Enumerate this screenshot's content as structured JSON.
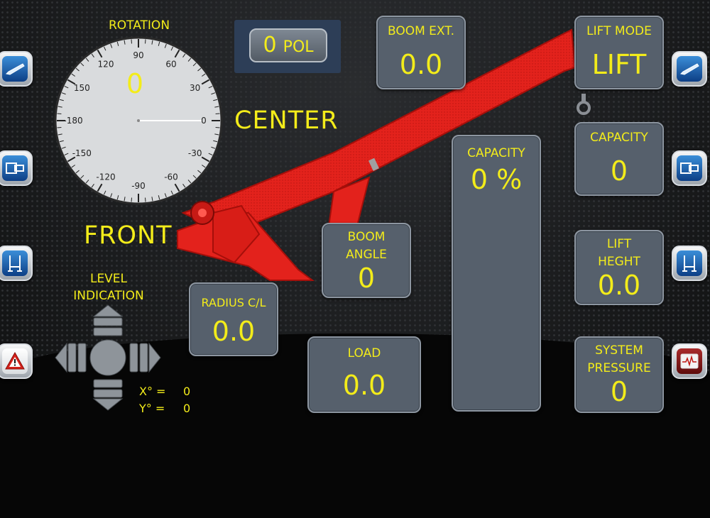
{
  "rotation": {
    "title": "ROTATION",
    "value": "0",
    "ticks": [
      "90",
      "60",
      "30",
      "0",
      "-30",
      "-60",
      "-90",
      "-120",
      "-150",
      "-180",
      "150",
      "120"
    ]
  },
  "pol": {
    "value": "0",
    "unit": "POL"
  },
  "labels": {
    "center": "CENTER",
    "front": "FRONT",
    "level": "LEVEL\nINDICATION"
  },
  "panels": {
    "boom_ext": {
      "label": "BOOM EXT.",
      "value": "0.0"
    },
    "lift_mode": {
      "label": "LIFT MODE",
      "value": "LIFT"
    },
    "capacity_right": {
      "label": "CAPACITY",
      "value": "0"
    },
    "capacity_center": {
      "label": "CAPACITY",
      "value": "0 %"
    },
    "boom_angle": {
      "label": "BOOM\nANGLE",
      "value": "0"
    },
    "radius": {
      "label": "RADIUS   C/L",
      "value": "0.0"
    },
    "load": {
      "label": "LOAD",
      "value": "0.0"
    },
    "lift_height": {
      "label": "LIFT\nHEGHT",
      "value": "0.0"
    },
    "system_pressure": {
      "label": "SYSTEM\nPRESSURE",
      "value": "0"
    }
  },
  "level": {
    "x_label": "X° =",
    "x_value": "0",
    "y_label": "Y° =",
    "y_value": "0"
  },
  "icons": {
    "left": [
      "boom-icon",
      "telescope-icon",
      "outrigger-icon",
      "warning-icon"
    ],
    "right": [
      "boom-icon",
      "telescope-icon",
      "outrigger-icon",
      "pressure-monitor-icon"
    ]
  },
  "colors": {
    "accent": "#f3ec1a",
    "boom": "#e3221c",
    "panel": "#56606c",
    "button": "#1b62b8"
  }
}
